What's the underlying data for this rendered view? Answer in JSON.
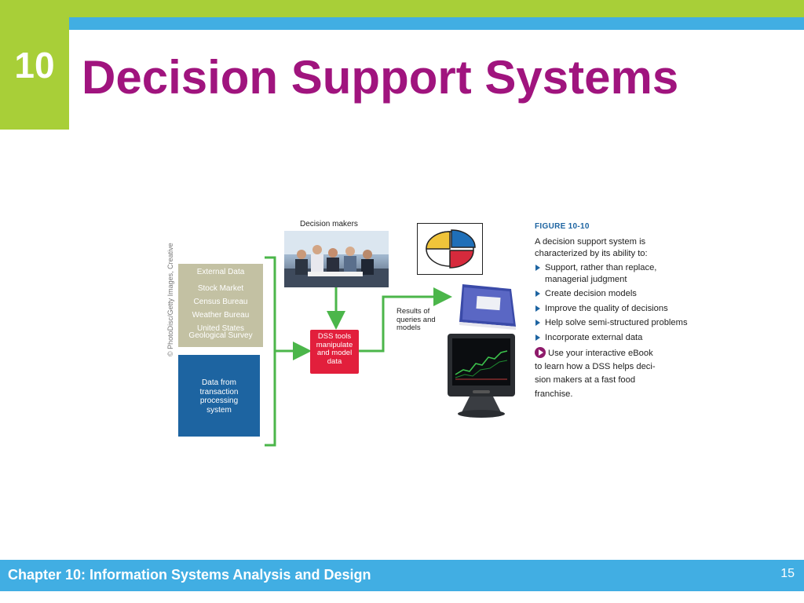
{
  "slide": {
    "chapter_number": "10",
    "title": "Decision Support Systems"
  },
  "footer": {
    "text": "Chapter 10: Information Systems Analysis and Design",
    "page_number": "15"
  },
  "colors": {
    "accent_green": "#a8cf38",
    "accent_blue": "#41aee3",
    "title_purple": "#a0147e",
    "dss_red": "#e21f3c",
    "arrow_green": "#4bb64a",
    "tps_blue": "#1d64a1"
  },
  "figure": {
    "photo_credit": "© PhotoDisc/Getty Images, Creative",
    "external_data": {
      "heading": "External Data",
      "items": [
        "Stock Market",
        "Census Bureau",
        "Weather Bureau",
        "United States",
        "Geological Survey"
      ]
    },
    "tps_box": [
      "Data from",
      "transaction",
      "processing",
      "system"
    ],
    "decision_makers_label": "Decision makers",
    "dss_box": [
      "DSS tools",
      "manipulate",
      "and model",
      "data"
    ],
    "results_label": [
      "Results of",
      "queries and",
      "models"
    ],
    "caption": {
      "figure_number": "FIGURE 10-10",
      "intro": "A decision support system is characterized by its ability to:",
      "bullets": [
        "Support, rather than replace, managerial judgment",
        "Create decision models",
        "Improve the quality of decisions",
        "Help solve semi-structured problems",
        "Incorporate external data"
      ],
      "ebook_lines": [
        "Use your interactive eBook",
        "to learn how a DSS helps deci-",
        "sion makers at a fast food",
        "franchise."
      ]
    },
    "icons": [
      "pie-chart-icon",
      "notebook-icon",
      "computer-monitor-icon",
      "play-icon",
      "bullet-icon"
    ]
  }
}
